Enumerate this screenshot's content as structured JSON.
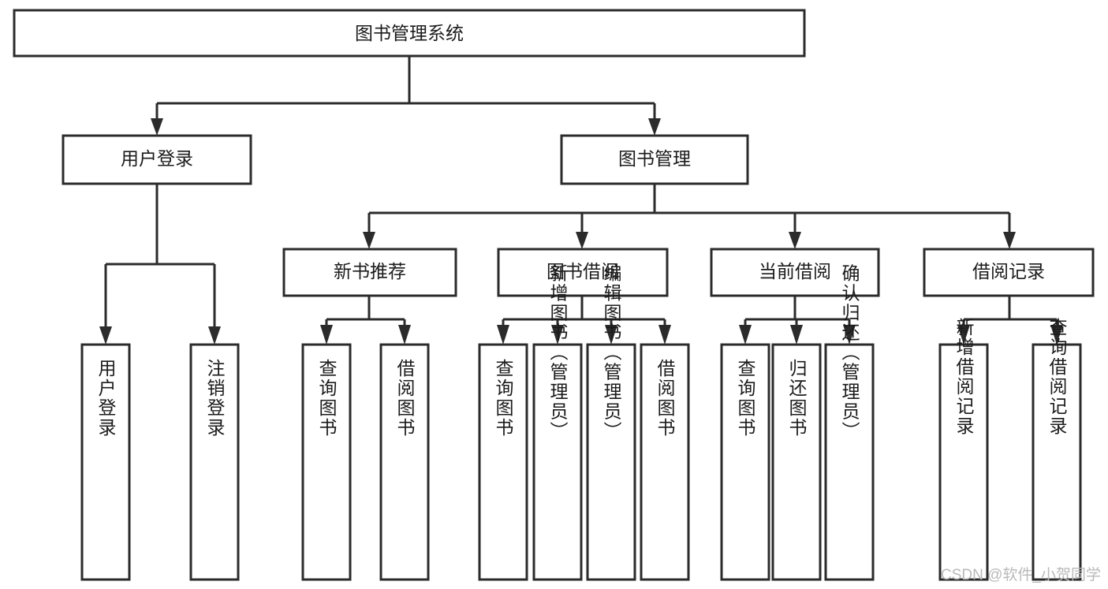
{
  "diagram": {
    "title": "图书管理系统",
    "type": "tree-hierarchy",
    "orientation": "top-down",
    "root": {
      "id": "root",
      "label": "图书管理系统"
    },
    "level2": [
      {
        "id": "user-login",
        "label": "用户登录"
      },
      {
        "id": "book-management",
        "label": "图书管理"
      }
    ],
    "level3": [
      {
        "id": "new-book-recommend",
        "label": "新书推荐",
        "parent": "book-management"
      },
      {
        "id": "book-borrow",
        "label": "图书借阅",
        "parent": "book-management"
      },
      {
        "id": "current-borrow",
        "label": "当前借阅",
        "parent": "book-management"
      },
      {
        "id": "borrow-record",
        "label": "借阅记录",
        "parent": "book-management"
      }
    ],
    "leaves": {
      "user-login": [
        {
          "id": "leaf-user-login",
          "label": "用户登录"
        },
        {
          "id": "leaf-user-logout",
          "label": "注销登录"
        }
      ],
      "new-book-recommend": [
        {
          "id": "leaf-query-book-1",
          "label": "查询图书"
        },
        {
          "id": "leaf-borrow-book-1",
          "label": "借阅图书"
        }
      ],
      "book-borrow": [
        {
          "id": "leaf-query-book-2",
          "label": "查询图书"
        },
        {
          "id": "leaf-add-book",
          "label": "新增图书（管理员）"
        },
        {
          "id": "leaf-edit-book",
          "label": "编辑图书（管理员）"
        },
        {
          "id": "leaf-borrow-book-2",
          "label": "借阅图书"
        }
      ],
      "current-borrow": [
        {
          "id": "leaf-query-book-3",
          "label": "查询图书"
        },
        {
          "id": "leaf-return-book",
          "label": "归还图书"
        },
        {
          "id": "leaf-confirm-return",
          "label": "确认归还（管理员）"
        }
      ],
      "borrow-record": [
        {
          "id": "leaf-add-record",
          "label": "新增借阅记录"
        },
        {
          "id": "leaf-query-record",
          "label": "查询借阅记录"
        }
      ]
    }
  },
  "watermark": {
    "label": "CSDN @软件_小贺同学"
  },
  "colors": {
    "box_stroke": "#2b2b2b",
    "box_fill": "#ffffff",
    "text": "#1b1b1b",
    "connector": "#2b2b2b",
    "watermark": "#b9b9b9",
    "background": "#ffffff"
  }
}
